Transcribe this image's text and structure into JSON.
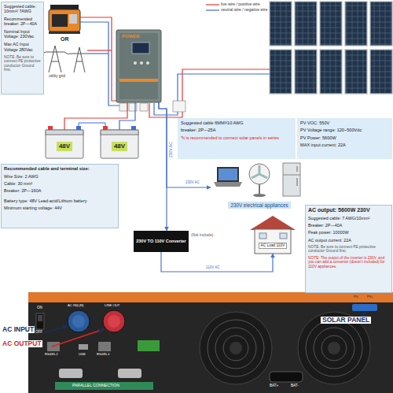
{
  "diagram": {
    "nodes": [
      {
        "text": [
          "Suggested cable: 10mm²/ 7AWG",
          "Recommended breaker: 2P—40A",
          "Nominal Input Voltage: 230Vac",
          "Max AC Input Voltage 280Vac",
          "NOTE: Be sure to connect PE protective conductor Ground first."
        ]
      },
      {
        "text": [
          "POWER"
        ]
      },
      {
        "text": [
          "48V"
        ]
      },
      {
        "text": [
          "48V"
        ]
      },
      {
        "text": [
          "Recommended cable and terminal size:",
          "Wire Size: 2 AWG",
          "Cable: 30 mm²",
          "Breaker: 2P—160A",
          "Battery type: 48V Lead-acid/Lithium battery",
          "Minimum starting voltage: 44V"
        ]
      },
      {
        "text": [
          "Suggested cable 6MM²/10 AWG",
          "breaker: 2P—25A",
          "*It is recommended to connect solar panels in series"
        ]
      },
      {
        "text": [
          "PV VOC: 550V",
          "PV Voltage range: 120~500Vdc",
          "PV Power: 5600W",
          "MAX input current: 22A"
        ]
      },
      {
        "text": [
          "230V electrical appliances"
        ]
      },
      {
        "text": [
          "AC output: 5600W 230V",
          "Suggested cable: 7 AWG/10mm²",
          "Breaker: 2P—40A",
          "Peak power: 10000W",
          "AC output current: 22A",
          "NOTE: Be sure to connect PE protective conductor Ground first.",
          "NOTE: The output of the inverter is 230V, and you can add a converter (doesn't included) for 110V appliances."
        ]
      },
      {
        "text": [
          "230V TO 110V Converter"
        ]
      },
      {
        "text": [
          "AC Load 110V"
        ]
      }
    ],
    "edges": [
      {
        "from": 1,
        "to": 2,
        "arrow": "none"
      },
      {
        "from": 1,
        "to": 3,
        "arrow": "none"
      },
      {
        "from": 1,
        "to": 7,
        "arrow": "to",
        "label": "230V AC"
      },
      {
        "from": 1,
        "to": 9,
        "arrow": "to",
        "label": "230V AC"
      },
      {
        "from": 9,
        "to": 10,
        "arrow": "to",
        "label": "110V AC"
      }
    ],
    "labels": [
      "OR",
      "utility grid",
      "(Not include)",
      "AC IN(L|N)",
      "LINE OUT",
      "ON",
      "OFF",
      "RS485-2",
      "USB",
      "RS485-1",
      "PARALLEL CONNECTION",
      "BAT+",
      "BAT-",
      "PV-",
      "PV+",
      "AC INPUT",
      "AC OUTPUT",
      "SOLAR PANEL"
    ],
    "legend": [
      {
        "text": "live wire / positive wire"
      },
      {
        "text": "neutral wire / negative wire"
      }
    ]
  }
}
